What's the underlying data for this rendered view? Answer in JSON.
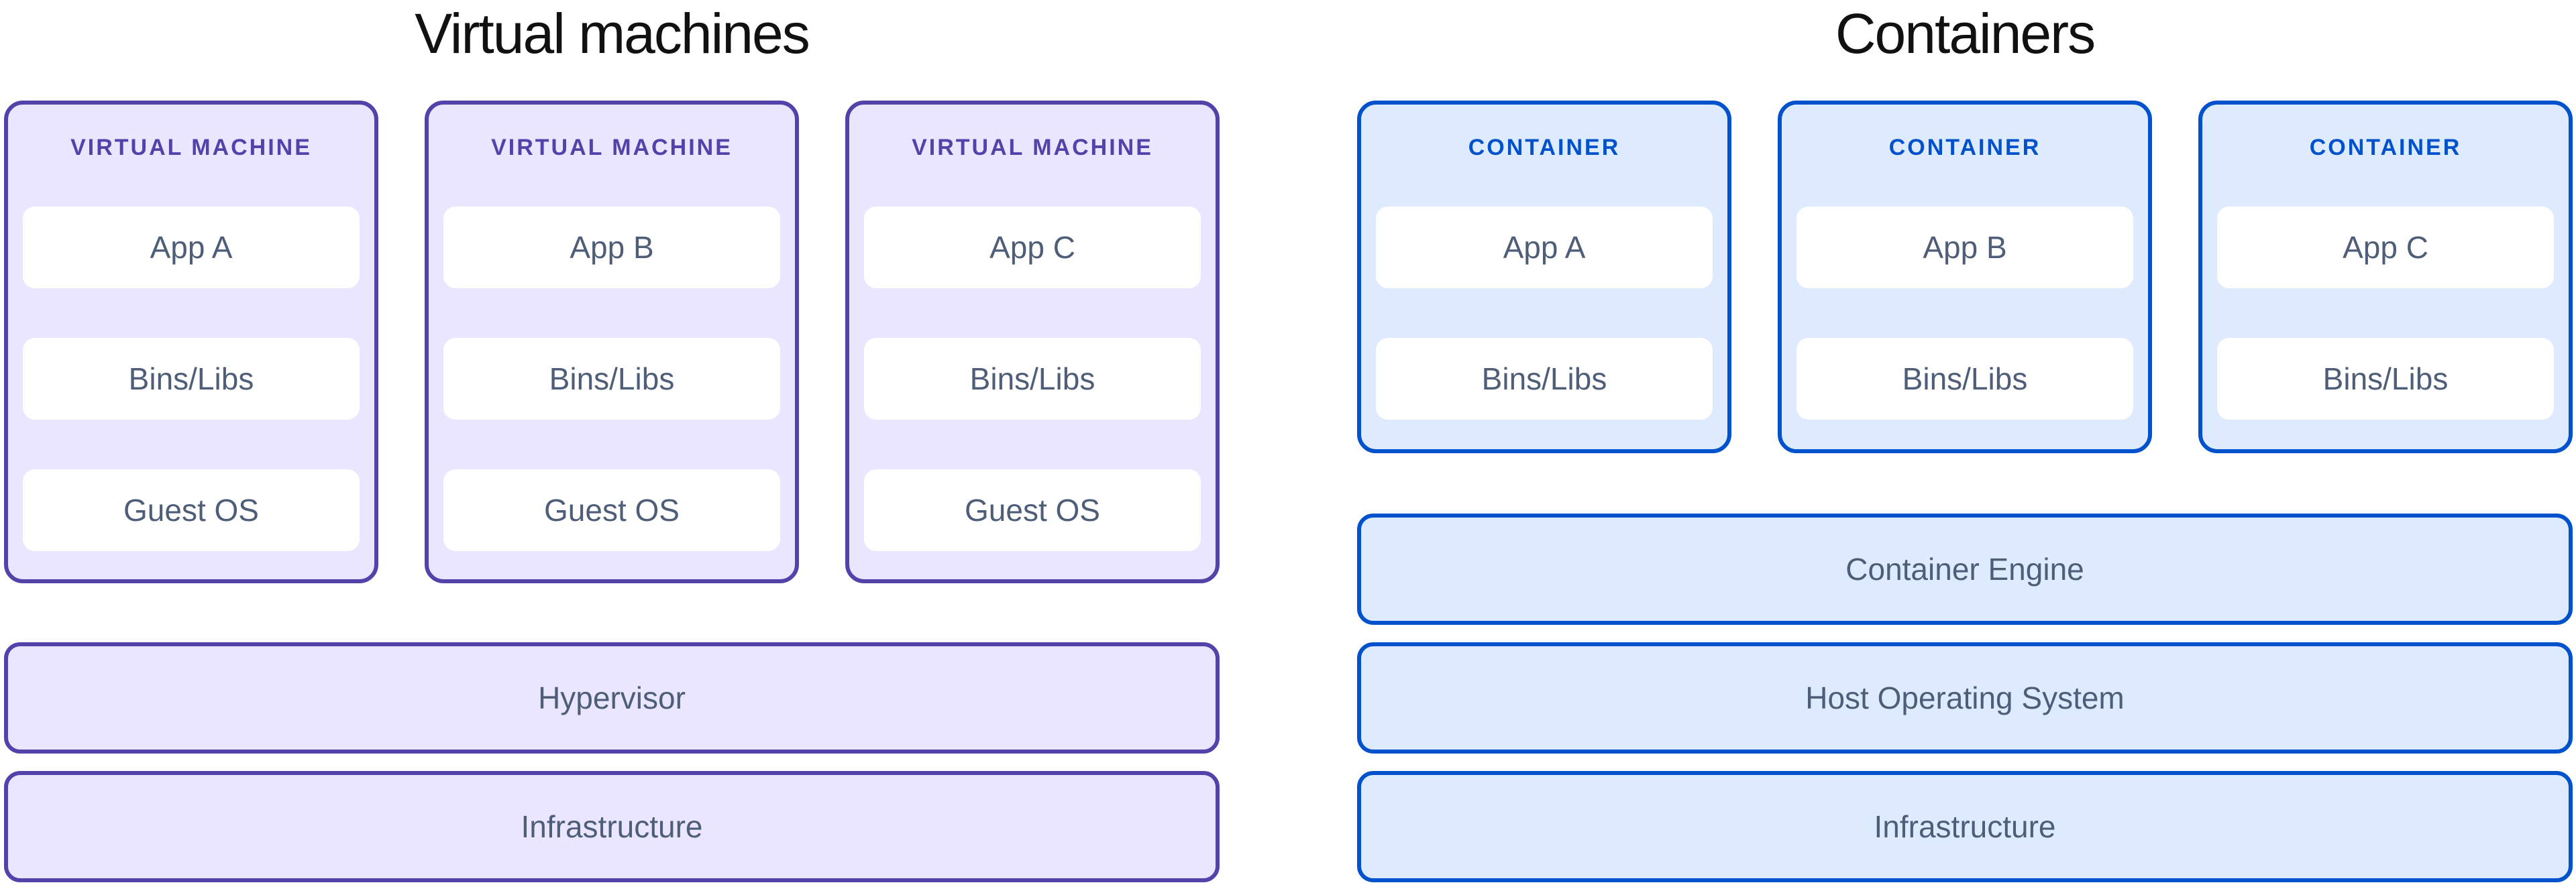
{
  "colors": {
    "purple_border": "#5243AA",
    "purple_fill": "#EAE6FF",
    "purple_text": "#5243AA",
    "blue_border": "#0052CC",
    "blue_fill": "#DEEBFF",
    "blue_text": "#0052CC",
    "layer_fill": "#FFFFFF",
    "layer_text": "#4E5D78",
    "title_text": "#111111",
    "background": "#FFFFFF"
  },
  "left": {
    "title": "Virtual machines",
    "cards": [
      {
        "header": "VIRTUAL MACHINE",
        "layers": [
          "App A",
          "Bins/Libs",
          "Guest OS"
        ]
      },
      {
        "header": "VIRTUAL MACHINE",
        "layers": [
          "App B",
          "Bins/Libs",
          "Guest OS"
        ]
      },
      {
        "header": "VIRTUAL MACHINE",
        "layers": [
          "App C",
          "Bins/Libs",
          "Guest OS"
        ]
      }
    ],
    "bars": [
      "Hypervisor",
      "Infrastructure"
    ]
  },
  "right": {
    "title": "Containers",
    "cards": [
      {
        "header": "CONTAINER",
        "layers": [
          "App A",
          "Bins/Libs"
        ]
      },
      {
        "header": "CONTAINER",
        "layers": [
          "App B",
          "Bins/Libs"
        ]
      },
      {
        "header": "CONTAINER",
        "layers": [
          "App C",
          "Bins/Libs"
        ]
      }
    ],
    "bars": [
      "Container Engine",
      "Host Operating System",
      "Infrastructure"
    ]
  }
}
